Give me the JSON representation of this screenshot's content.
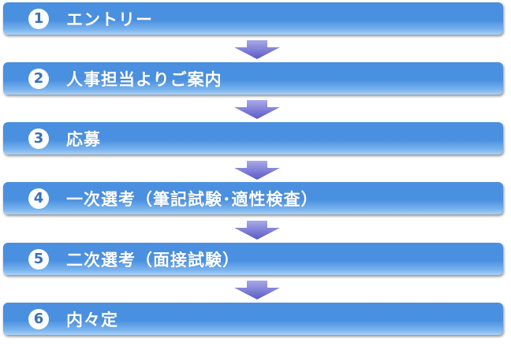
{
  "steps": [
    {
      "number": "1",
      "label": "エントリー"
    },
    {
      "number": "2",
      "label": "人事担当よりご案内"
    },
    {
      "number": "3",
      "label": "応募"
    },
    {
      "number": "4",
      "label": "一次選考（筆記試験･適性検査）"
    },
    {
      "number": "5",
      "label": "二次選考（面接試験）"
    },
    {
      "number": "6",
      "label": "内々定"
    }
  ],
  "colors": {
    "bar": "#4a90e0",
    "arrow": "#6a6ad0"
  }
}
